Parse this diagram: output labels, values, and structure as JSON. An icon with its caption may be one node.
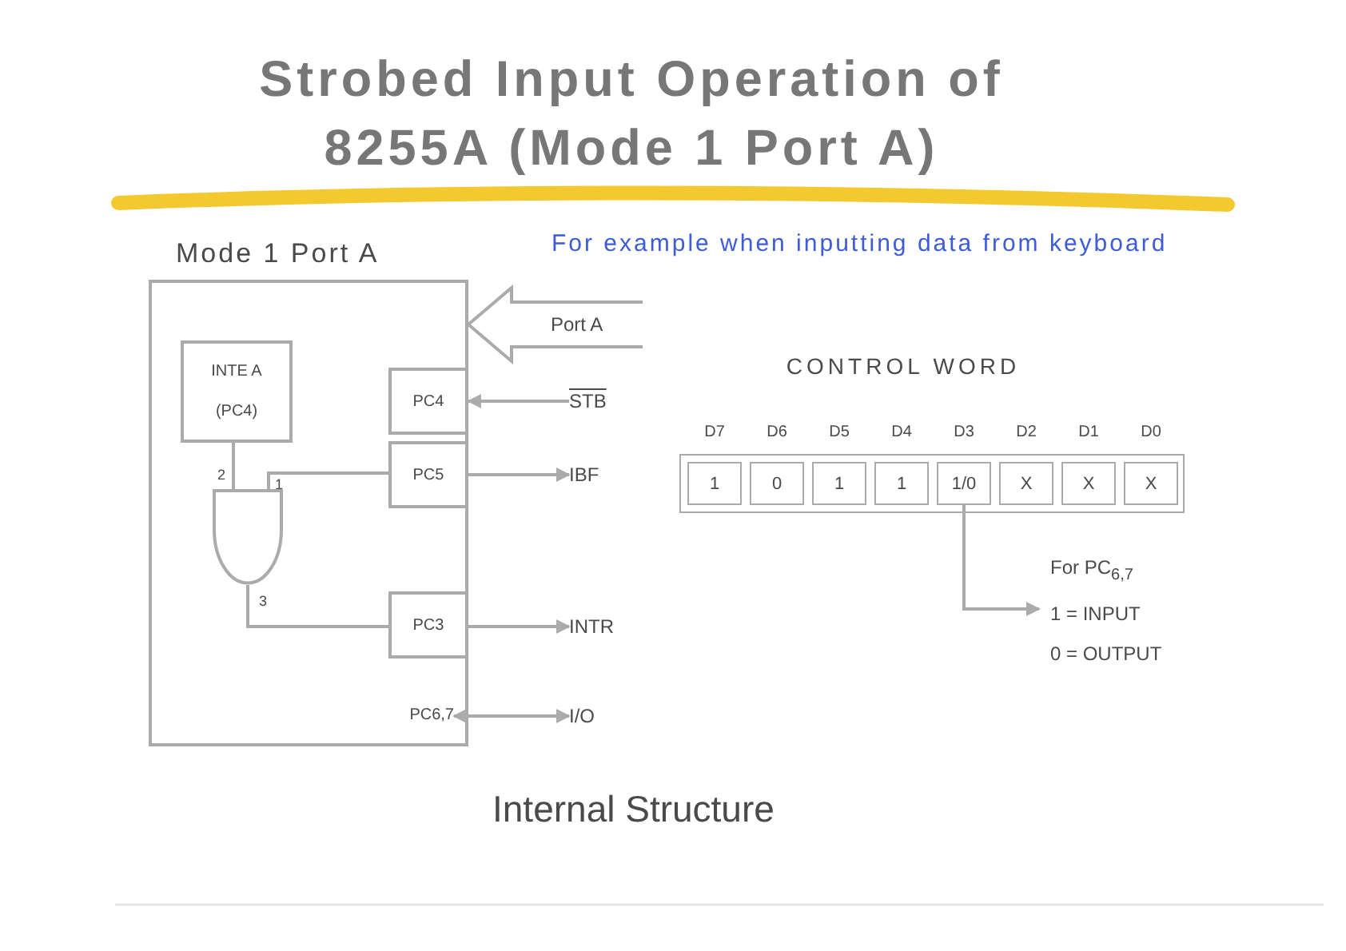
{
  "diagram": {
    "title": "Strobed Input Operation of 8255A (Mode 1 Port A)",
    "caption": "Internal Structure",
    "nodes": [
      {
        "text": [
          "Mode 1 Port A"
        ]
      },
      {
        "text": [
          "INTE A",
          "(PC4)"
        ],
        "in": 0
      },
      {
        "text": [
          "PC4"
        ],
        "in": 0
      },
      {
        "text": [
          "PC5"
        ],
        "in": 0
      },
      {
        "text": [
          "PC3"
        ],
        "in": 0
      },
      {
        "text": [
          "PC6,7"
        ],
        "in": 0
      },
      {
        "text": [],
        "shape": "gate",
        "in": 0
      },
      {
        "text": [
          "STB"
        ]
      },
      {
        "text": [
          "IBF"
        ]
      },
      {
        "text": [
          "INTR"
        ]
      },
      {
        "text": [
          "I/O"
        ]
      },
      {
        "text": [
          "CONTROL WORD"
        ]
      },
      {
        "text": [
          "1"
        ],
        "beside": [
          "D7"
        ],
        "in": 11
      },
      {
        "text": [
          "0"
        ],
        "beside": [
          "D6"
        ],
        "in": 11
      },
      {
        "text": [
          "1"
        ],
        "beside": [
          "D5"
        ],
        "in": 11
      },
      {
        "text": [
          "1"
        ],
        "beside": [
          "D4"
        ],
        "in": 11
      },
      {
        "text": [
          "1/0"
        ],
        "beside": [
          "D3"
        ],
        "in": 11
      },
      {
        "text": [
          "X"
        ],
        "beside": [
          "D2"
        ],
        "in": 11
      },
      {
        "text": [
          "X"
        ],
        "beside": [
          "D1"
        ],
        "in": 11
      },
      {
        "text": [
          "X"
        ],
        "beside": [
          "D0"
        ],
        "in": 11
      },
      {
        "text": [
          "For PC$_{6,7}$",
          "1 = INPUT",
          "0 = OUTPUT"
        ]
      }
    ],
    "edges": [
      {
        "from": 1,
        "to": 6,
        "arrow": "none"
      },
      {
        "from": 3,
        "to": 6,
        "arrow": "none"
      },
      {
        "from": 6,
        "to": 4,
        "arrow": "none"
      },
      {
        "from": 7,
        "to": 2,
        "arrow": "to"
      },
      {
        "from": 3,
        "to": 8,
        "arrow": "to"
      },
      {
        "from": 4,
        "to": 9,
        "arrow": "to"
      },
      {
        "from": 5,
        "to": 10,
        "arrow": "both"
      },
      {
        "from": null,
        "to": 0,
        "arrow": "to",
        "label": "Port A",
        "style": "thick"
      },
      {
        "from": 16,
        "to": 20,
        "arrow": "to"
      }
    ],
    "labels": [
      "For example when inputting data from keyboard",
      "2",
      "1",
      "3"
    ]
  }
}
